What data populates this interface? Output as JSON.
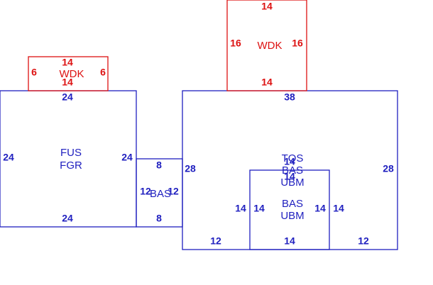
{
  "colors": {
    "main": "#1f1fbf",
    "deck": "#dd1111",
    "background": "#ffffff"
  },
  "areas": {
    "fus_fgr": [
      "FUS",
      "FGR"
    ],
    "bas_small": "BAS",
    "right_main": [
      "TQS",
      "BAS",
      "UBM"
    ],
    "inner": [
      "BAS",
      "UBM"
    ],
    "wdk_left": "WDK",
    "wdk_top": "WDK"
  },
  "dims": {
    "fus_top": "24",
    "fus_bottom": "24",
    "fus_left": "24",
    "fus_right": "24",
    "bas_top": "8",
    "bas_bottom": "8",
    "bas_left": "12",
    "bas_right": "12",
    "main_top": "38",
    "main_left": "28",
    "main_right": "28",
    "main_bottom_left": "12",
    "main_bottom_right": "12",
    "main_overlap": "14",
    "inner_top": "14",
    "inner_bottom": "14",
    "inner_left_out": "14",
    "inner_left_in": "14",
    "inner_right_in": "14",
    "inner_right_out": "14",
    "wdk_left_top": "14",
    "wdk_left_bottom": "14",
    "wdk_left_left": "6",
    "wdk_left_right": "6",
    "wdk_top_top": "14",
    "wdk_top_bottom": "14",
    "wdk_top_left": "16",
    "wdk_top_right": "16"
  }
}
